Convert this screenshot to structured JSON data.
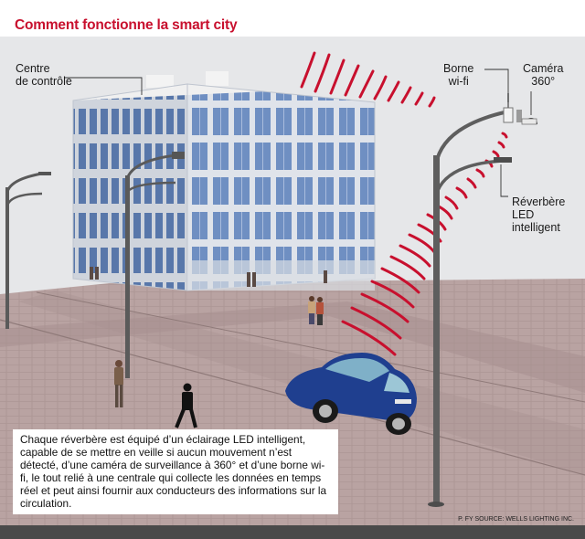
{
  "title": "Comment fonctionne la smart city",
  "labels": {
    "control_center": "Centre\nde contrôle",
    "wifi_hotspot": "Borne\nwi-fi",
    "camera": "Caméra\n360°",
    "smart_streetlight": "Réverbère\nLED\nintelligent"
  },
  "caption": "Chaque réverbère est équipé d’un éclairage LED intelligent, capable de se mettre en veille si aucun mouvement n’est détecté, d’une caméra de surveillance à 360° et d’une borne wi-fi, le tout relié à une centrale qui collecte les données en temps réel et peut ainsi fournir aux conducteurs des informations sur la circulation.",
  "credit": "P. FY SOURCE: WELLS LIGHTING INC.",
  "colors": {
    "title_red": "#c8102e",
    "signal_red": "#c8102e",
    "pavement": "#b9a3a2",
    "building_glass": "#6f8fc2",
    "car_blue": "#1f3f8f"
  },
  "icons": [
    "building-icon",
    "streetlight-icon",
    "camera-icon",
    "wifi-antenna-icon",
    "car-icon",
    "pedestrian-icon",
    "signal-wave-icon"
  ]
}
